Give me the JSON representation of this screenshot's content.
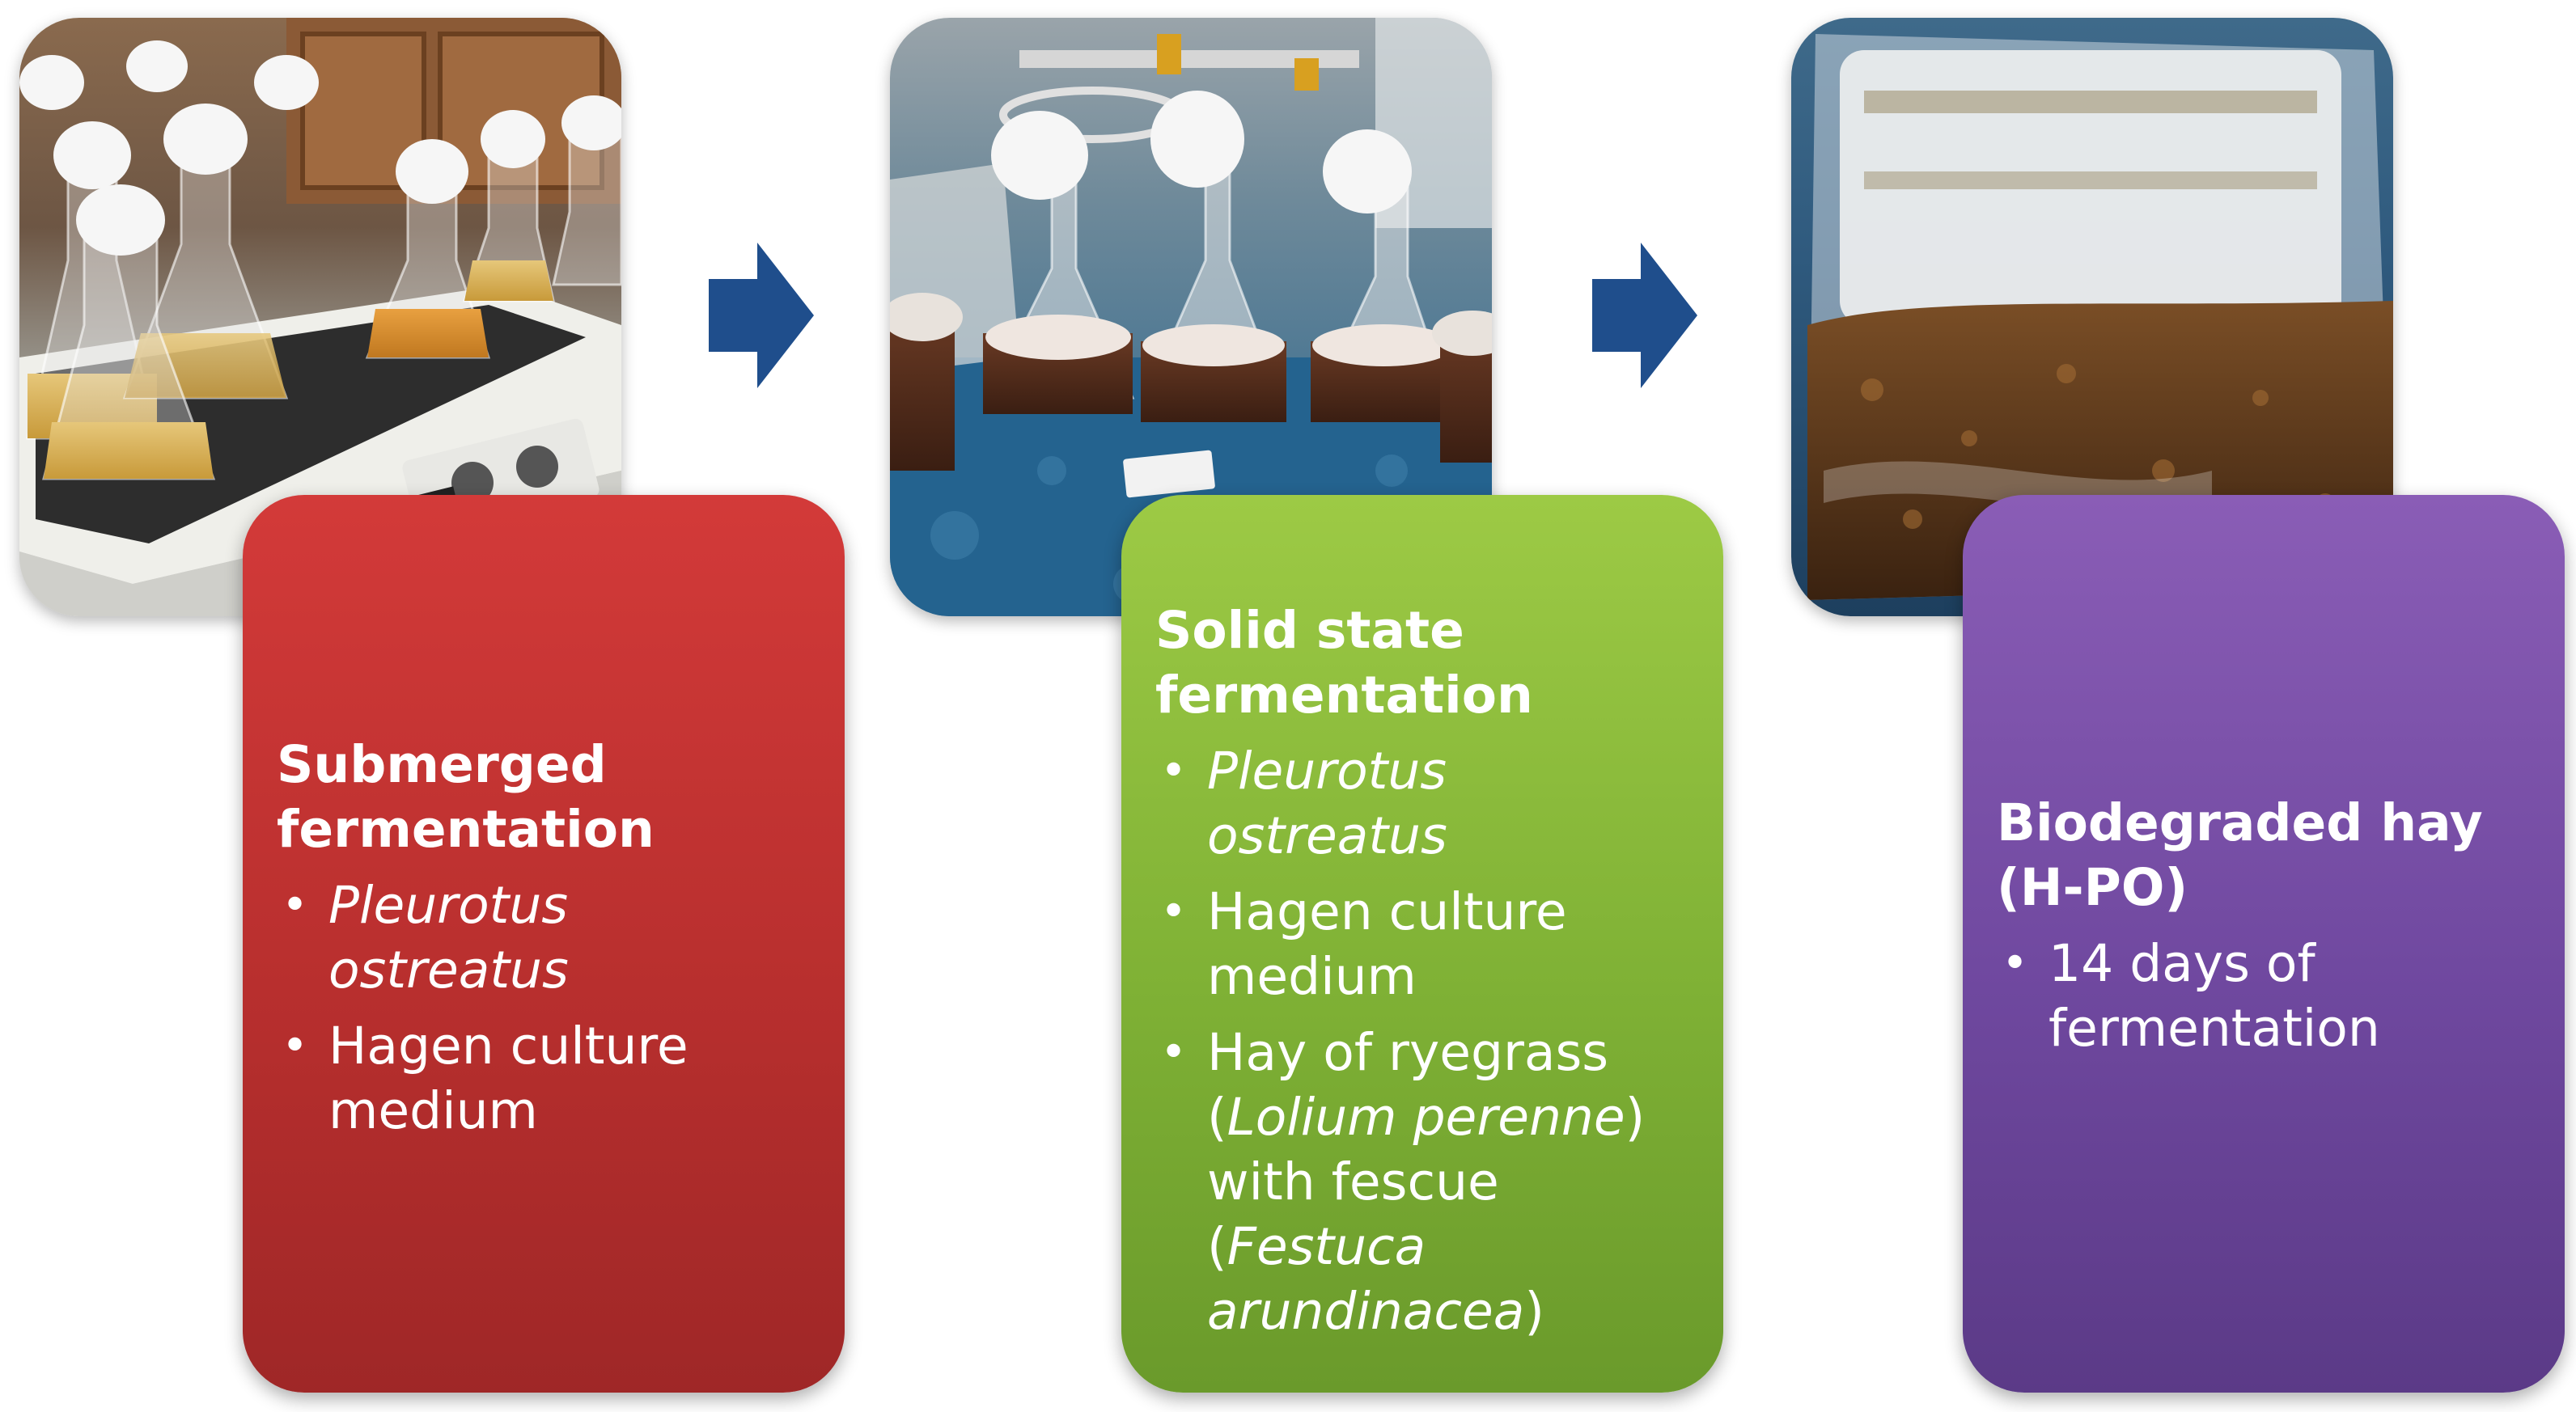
{
  "steps": [
    {
      "title": "Submerged fermentation",
      "items": [
        {
          "parts": [
            {
              "text": "Pleurotus ostreatus",
              "italic": true
            }
          ]
        },
        {
          "parts": [
            {
              "text": "Hagen culture medium",
              "italic": false
            }
          ]
        }
      ]
    },
    {
      "title": "Solid state fermentation",
      "items": [
        {
          "parts": [
            {
              "text": "Pleurotus ostreatus",
              "italic": true
            }
          ]
        },
        {
          "parts": [
            {
              "text": "Hagen culture medium",
              "italic": false
            }
          ]
        },
        {
          "parts": [
            {
              "text": "Hay of ryegrass (",
              "italic": false
            },
            {
              "text": "Lolium perenne",
              "italic": true
            },
            {
              "text": ") with fescue (",
              "italic": false
            },
            {
              "text": "Festuca arundinacea",
              "italic": true
            },
            {
              "text": ")",
              "italic": false
            }
          ]
        }
      ]
    },
    {
      "title": "Biodegraded hay (H-PO)",
      "items": [
        {
          "parts": [
            {
              "text": "14 days of fermentation",
              "italic": false
            }
          ]
        }
      ]
    }
  ],
  "photos": [
    {
      "name": "flasks-on-shaker-photo"
    },
    {
      "name": "solid-state-flasks-photo"
    },
    {
      "name": "biodegraded-hay-bag-photo"
    }
  ],
  "colors": {
    "step1": "#c23432",
    "step2": "#8cbd3c",
    "step3": "#7650a8",
    "arrow": "#1f4e8c"
  }
}
